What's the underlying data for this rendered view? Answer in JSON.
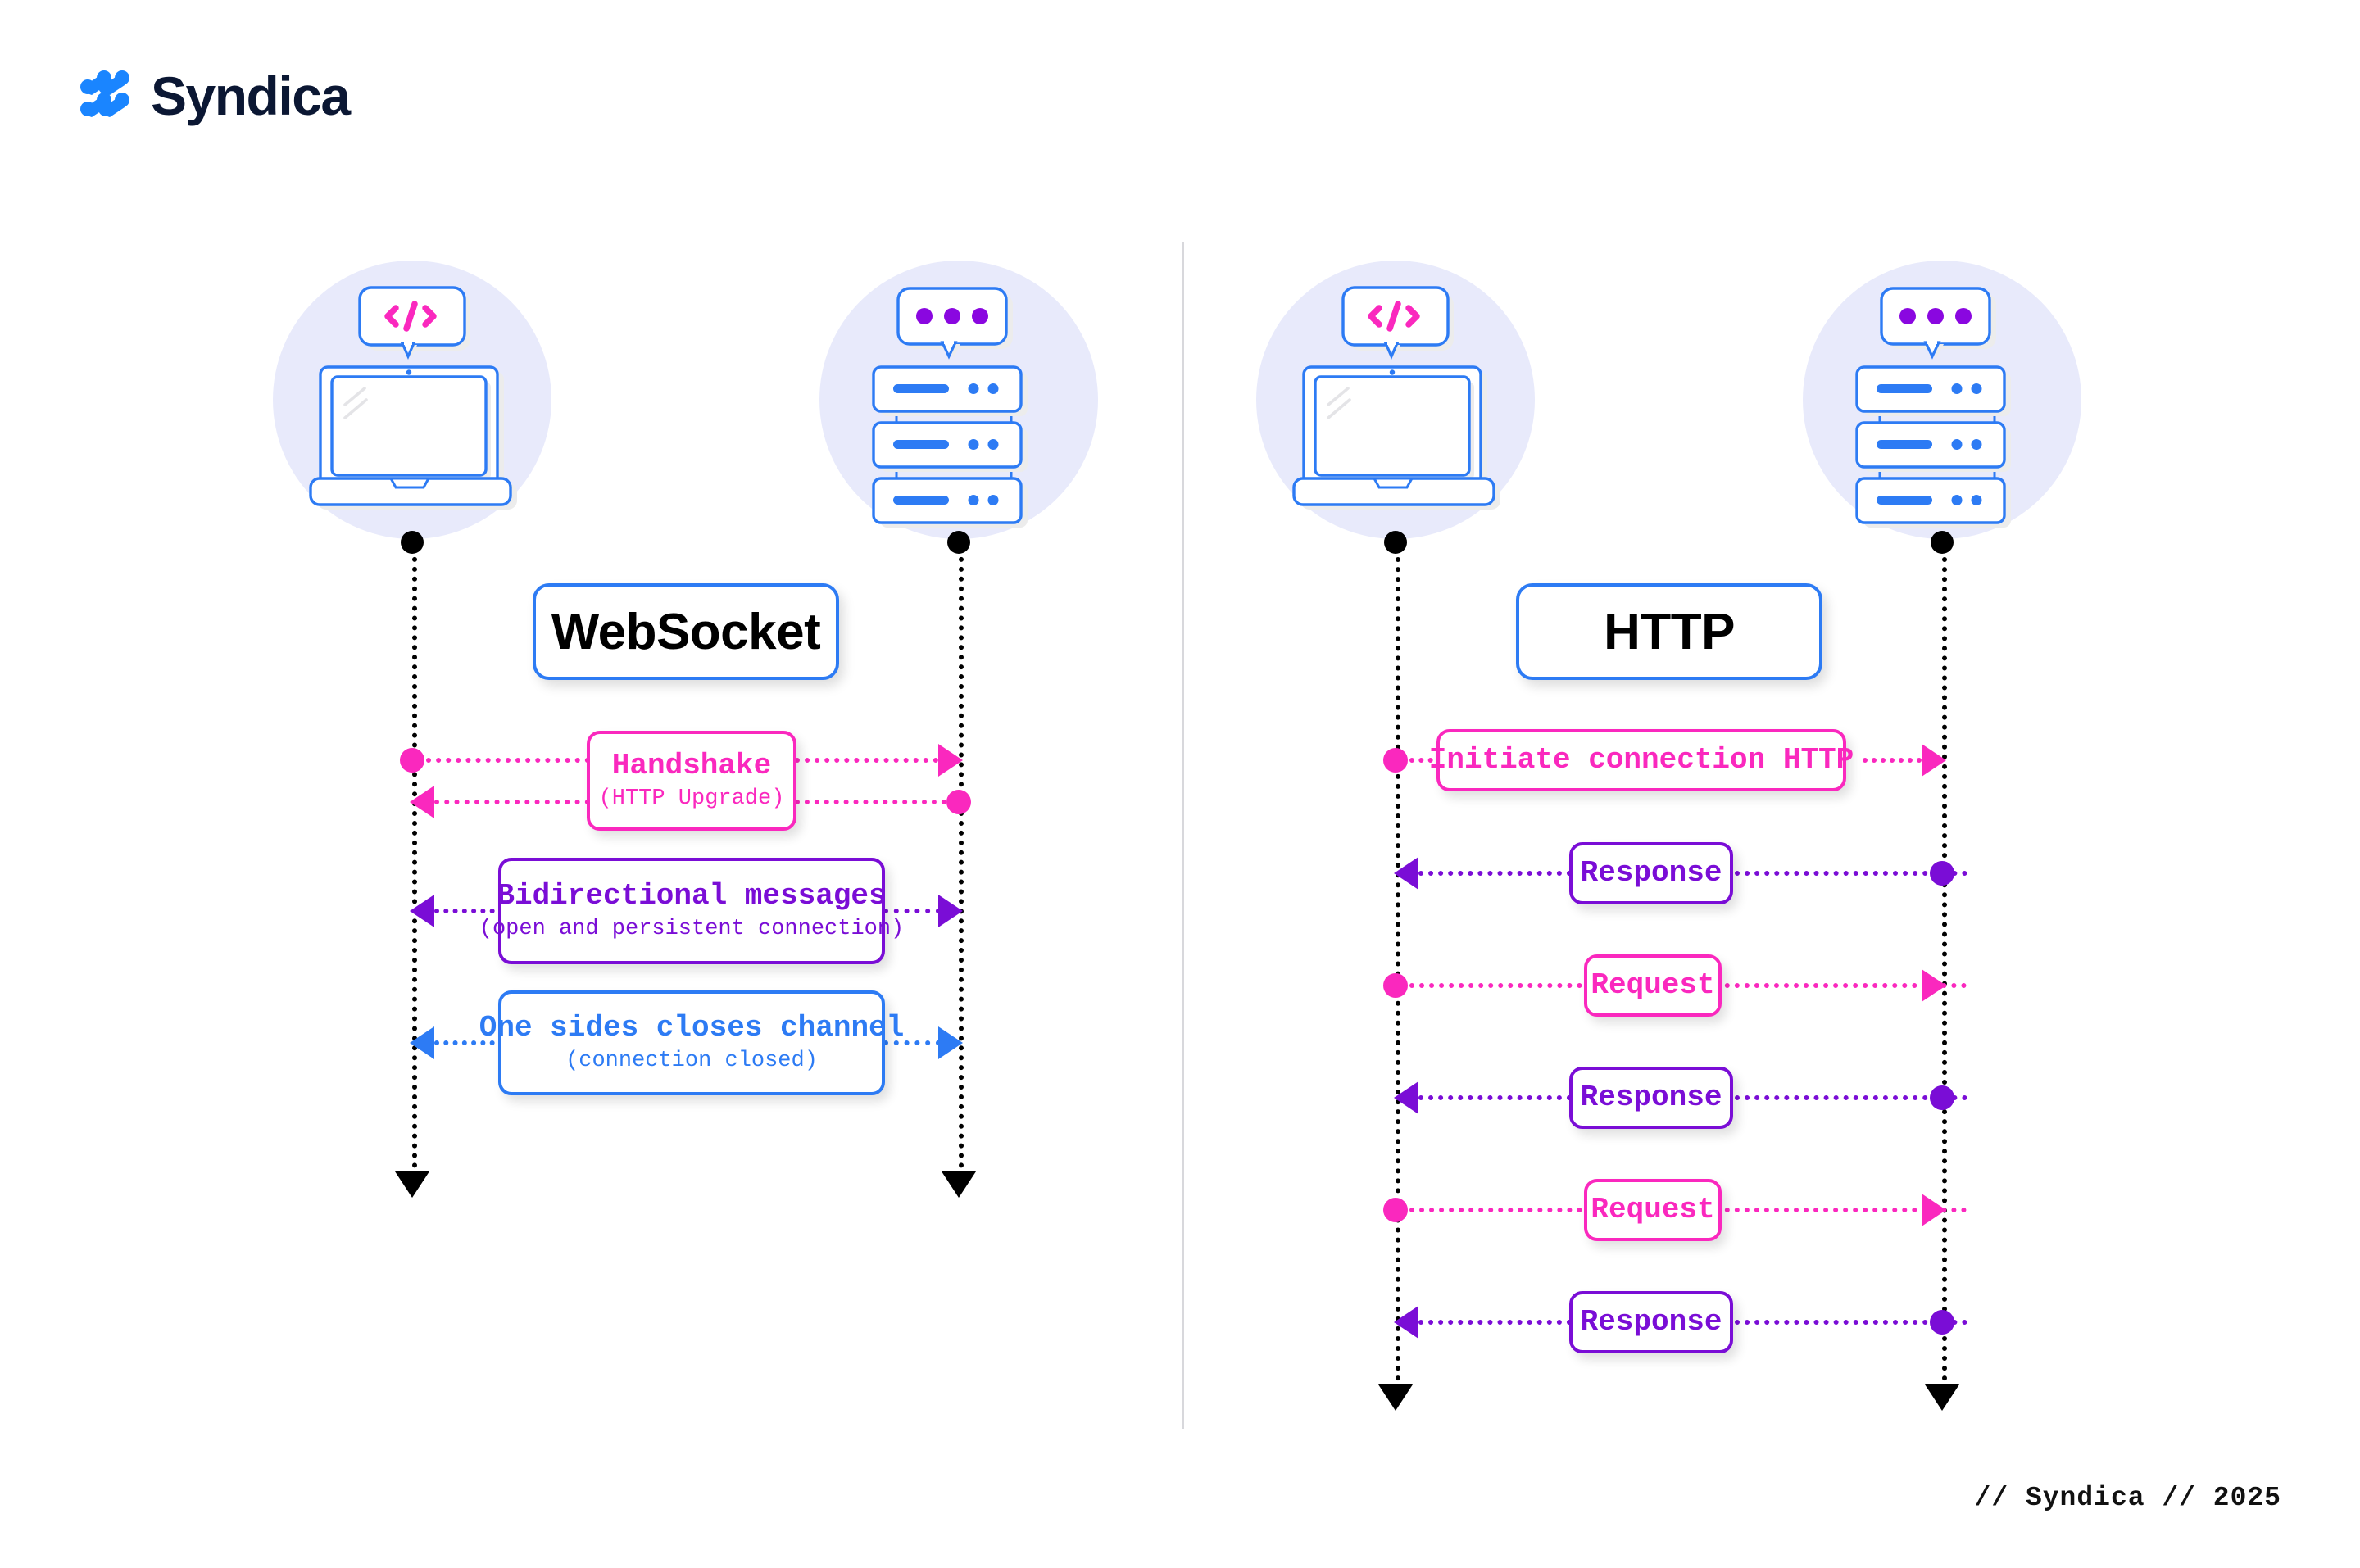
{
  "brand": {
    "name": "Syndica",
    "logo_icon": "syndica-dots-logo",
    "logo_color": "#1A85FF",
    "text_color": "#0B1733"
  },
  "footer": {
    "text": "// Syndica // 2025"
  },
  "colors": {
    "pink": "#FA28BE",
    "purple": "#7A0DD6",
    "blue": "#2D7BF4",
    "black": "#000000",
    "actor_circle": "#E8EAFB",
    "divider": "#d8d8dc"
  },
  "panels": [
    {
      "id": "websocket",
      "title": "WebSocket",
      "actors": [
        {
          "role": "client",
          "icon": "laptop-code-icon",
          "bubble_icon": "code-brackets-icon"
        },
        {
          "role": "server",
          "icon": "server-rack-icon",
          "bubble_icon": "three-dots-icon"
        }
      ],
      "messages": [
        {
          "title": "Handshake",
          "subtitle": "(HTTP Upgrade)",
          "color": "#FA28BE",
          "arrows": [
            {
              "direction": "right",
              "from": "client",
              "to": "server"
            },
            {
              "direction": "left",
              "from": "server",
              "to": "client"
            }
          ]
        },
        {
          "title": "Bidirectional messages",
          "subtitle": "(open and persistent connection)",
          "color": "#7A0DD6",
          "arrows": [
            {
              "direction": "both",
              "from": "client",
              "to": "server"
            }
          ]
        },
        {
          "title": "One sides closes channel",
          "subtitle": "(connection closed)",
          "color": "#2D7BF4",
          "arrows": [
            {
              "direction": "both",
              "from": "client",
              "to": "server"
            }
          ]
        }
      ]
    },
    {
      "id": "http",
      "title": "HTTP",
      "actors": [
        {
          "role": "client",
          "icon": "laptop-code-icon",
          "bubble_icon": "code-brackets-icon"
        },
        {
          "role": "server",
          "icon": "server-rack-icon",
          "bubble_icon": "three-dots-icon"
        }
      ],
      "messages": [
        {
          "title": "Initiate connection HTTP",
          "subtitle": "",
          "color": "#FA28BE",
          "arrows": [
            {
              "direction": "right",
              "from": "client",
              "to": "server"
            }
          ]
        },
        {
          "title": "Response",
          "subtitle": "",
          "color": "#7A0DD6",
          "arrows": [
            {
              "direction": "left",
              "from": "server",
              "to": "client"
            }
          ]
        },
        {
          "title": "Request",
          "subtitle": "",
          "color": "#FA28BE",
          "arrows": [
            {
              "direction": "right",
              "from": "client",
              "to": "server"
            }
          ]
        },
        {
          "title": "Response",
          "subtitle": "",
          "color": "#7A0DD6",
          "arrows": [
            {
              "direction": "left",
              "from": "server",
              "to": "client"
            }
          ]
        },
        {
          "title": "Request",
          "subtitle": "",
          "color": "#FA28BE",
          "arrows": [
            {
              "direction": "right",
              "from": "client",
              "to": "server"
            }
          ]
        },
        {
          "title": "Response",
          "subtitle": "",
          "color": "#7A0DD6",
          "arrows": [
            {
              "direction": "left",
              "from": "server",
              "to": "client"
            }
          ]
        }
      ]
    }
  ]
}
